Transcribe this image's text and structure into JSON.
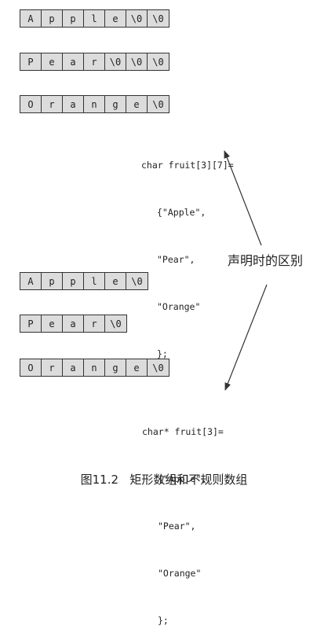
{
  "rect_array": {
    "rows": [
      [
        "A",
        "p",
        "p",
        "l",
        "e",
        "\\0",
        "\\0"
      ],
      [
        "P",
        "e",
        "a",
        "r",
        "\\0",
        "\\0",
        "\\0"
      ],
      [
        "O",
        "r",
        "a",
        "n",
        "g",
        "e",
        "\\0"
      ]
    ],
    "code": [
      "char fruit[3][7]=",
      "{\"Apple\",",
      "\"Pear\",",
      "\"Orange\"",
      "};"
    ]
  },
  "ragged_array": {
    "rows": [
      [
        "A",
        "p",
        "p",
        "l",
        "e",
        "\\0"
      ],
      [
        "P",
        "e",
        "a",
        "r",
        "\\0"
      ],
      [
        "O",
        "r",
        "a",
        "n",
        "g",
        "e",
        "\\0"
      ]
    ],
    "code": [
      "char* fruit[3]=",
      "{\"Apple\",",
      "\"Pear\",",
      "\"Orange\"",
      "};"
    ]
  },
  "annotation": "声明时的区别",
  "caption": "图11.2   矩形数组和不规则数组"
}
